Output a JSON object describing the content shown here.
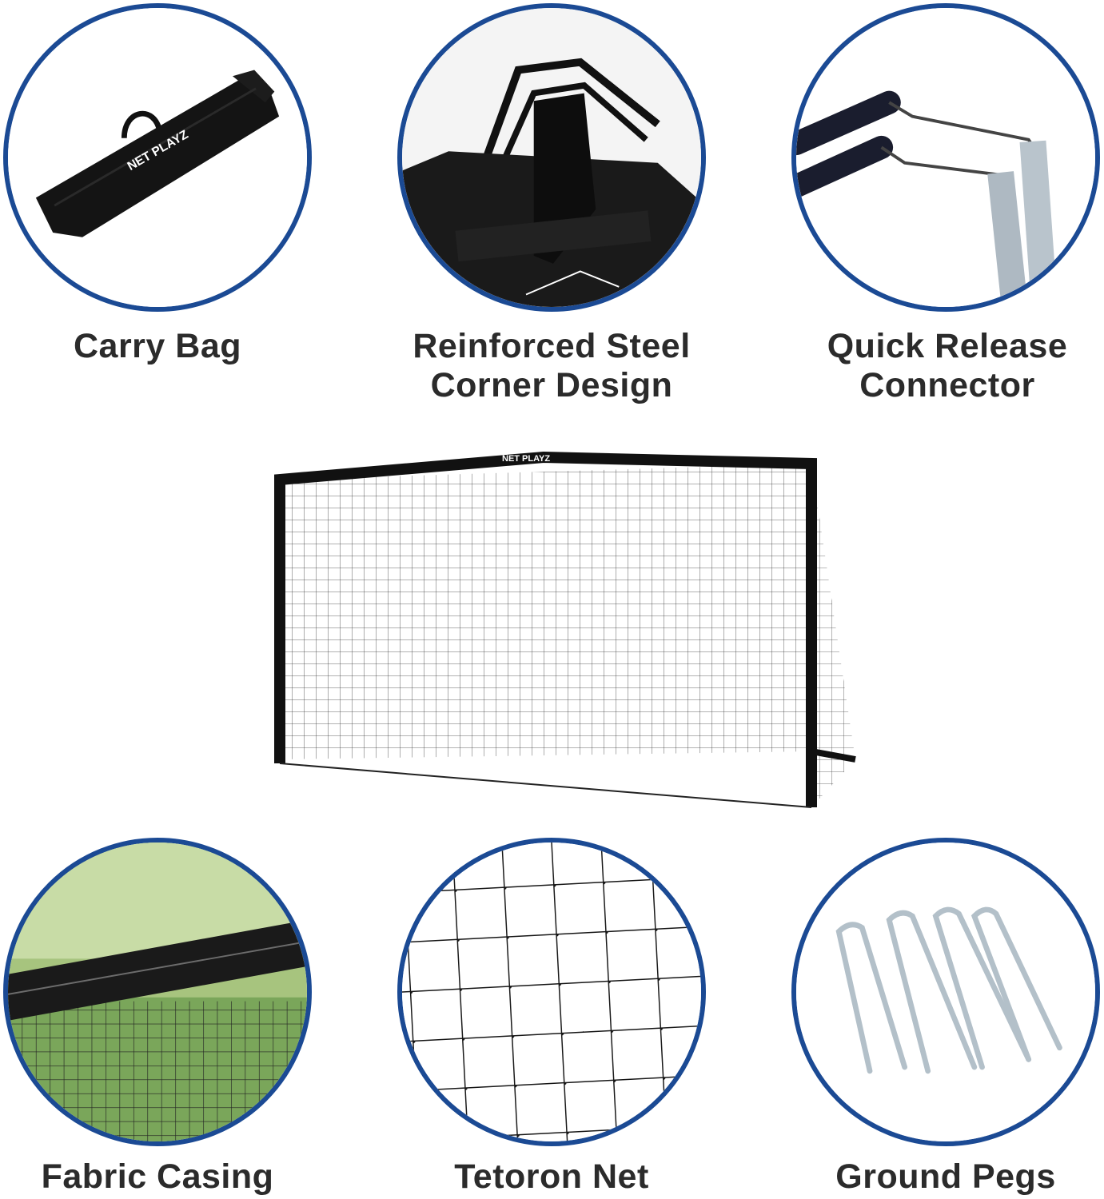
{
  "features": [
    {
      "id": "carry-bag",
      "lines": [
        "Carry Bag"
      ],
      "icon": "carry-bag-icon"
    },
    {
      "id": "steel-corner",
      "lines": [
        "Reinforced Steel",
        "Corner Design"
      ],
      "icon": "steel-corner-icon"
    },
    {
      "id": "quick-release",
      "lines": [
        "Quick Release",
        "Connector"
      ],
      "icon": "connector-icon"
    },
    {
      "id": "fabric-casing",
      "lines": [
        "Fabric Casing"
      ],
      "icon": "fabric-casing-icon"
    },
    {
      "id": "tetoron-net",
      "lines": [
        "Tetoron Net"
      ],
      "icon": "net-icon"
    },
    {
      "id": "ground-pegs",
      "lines": [
        "Ground Pegs"
      ],
      "icon": "ground-pegs-icon"
    }
  ],
  "brand": {
    "bag_logo": "NET PLAYZ",
    "goal_logo": "NET PLAYZ"
  },
  "colors": {
    "ring": "#1b4a94",
    "label": "#2b2b2b",
    "frame": "#111111",
    "grass": "#8fb86a"
  }
}
